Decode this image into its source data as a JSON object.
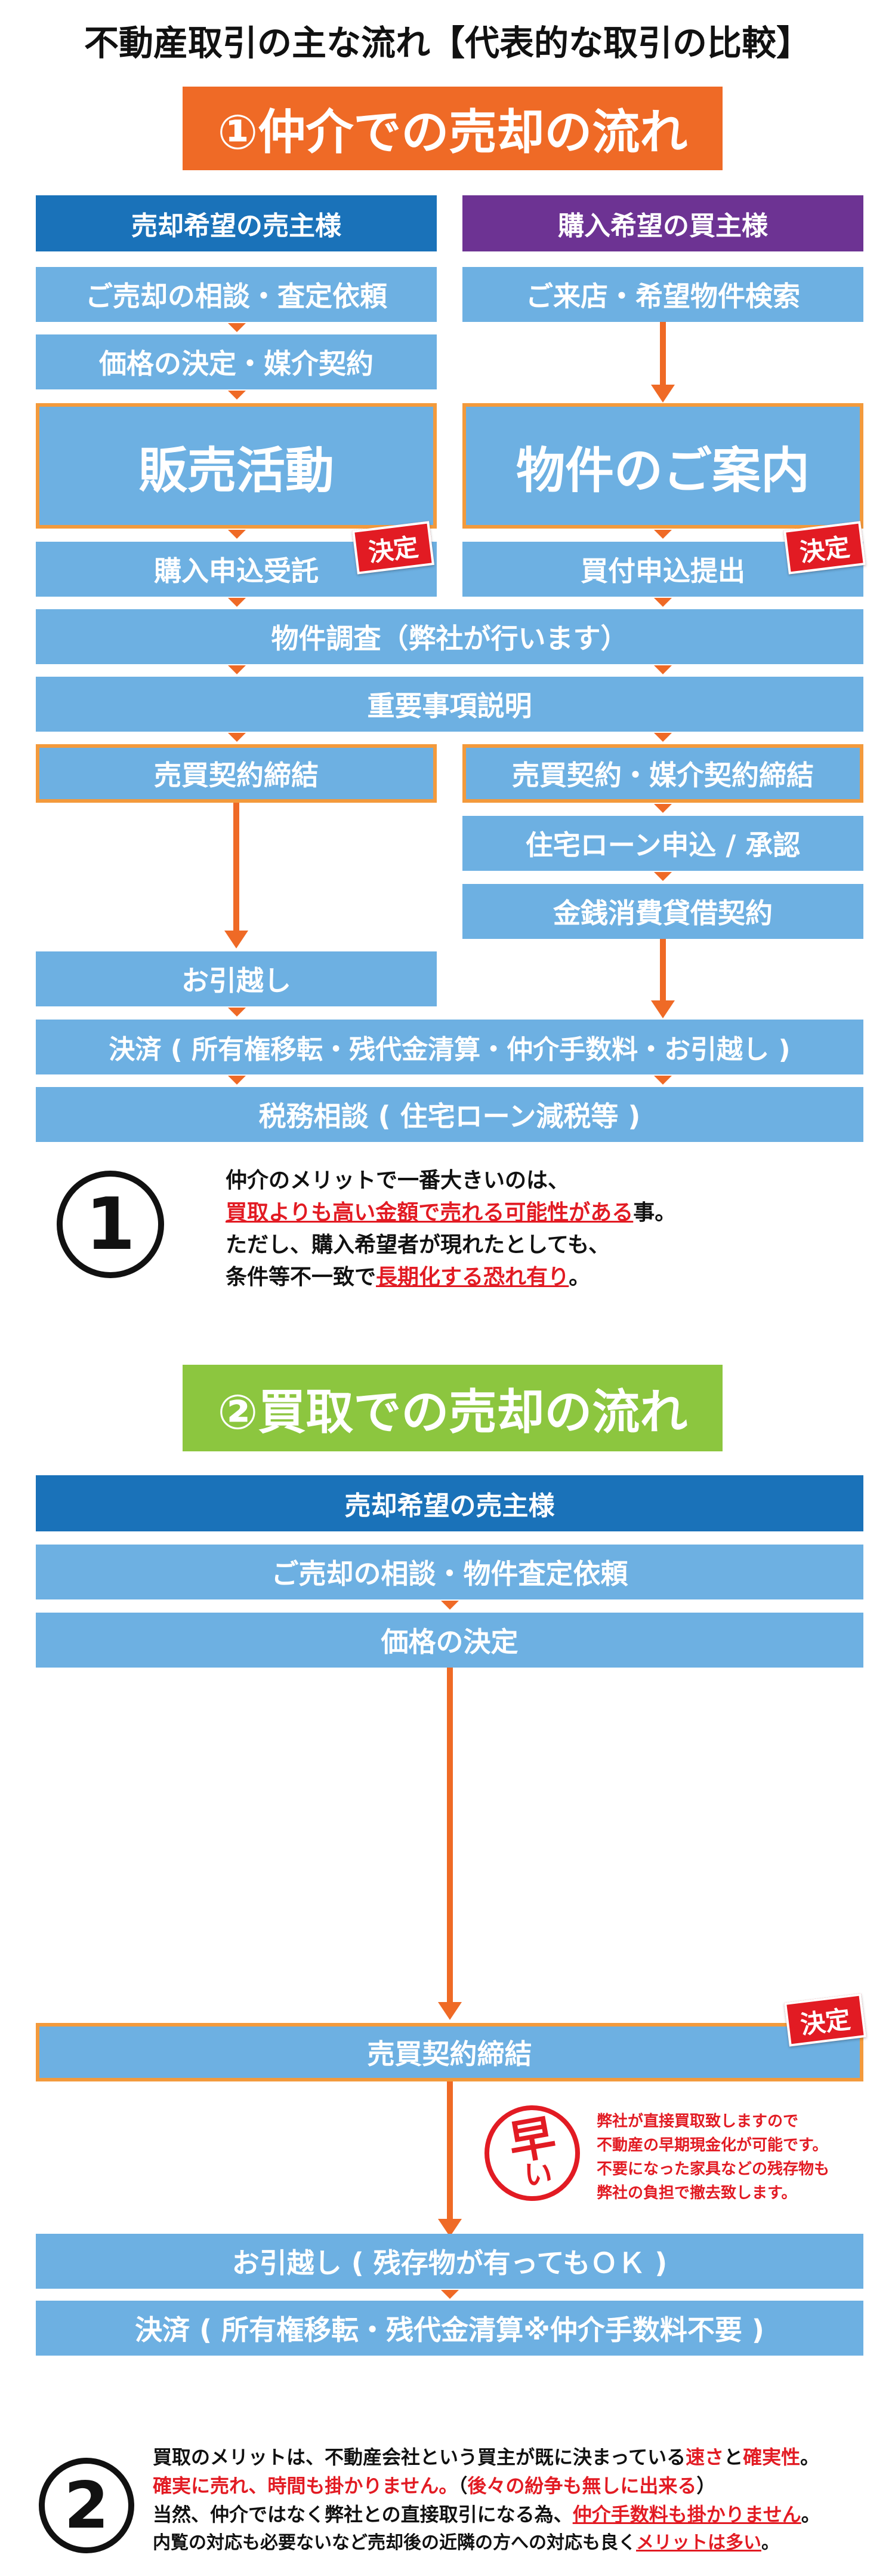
{
  "page_title": "不動産取引の主な流れ【代表的な取引の比較】",
  "section1": {
    "title": "①仲介での売却の流れ",
    "seller_header": "売却希望の売主様",
    "buyer_header": "購入希望の買主様",
    "seller_step1": "ご売却の相談・査定依頼",
    "seller_step2": "価格の決定・媒介契約",
    "seller_big": "販売活動",
    "buyer_step1": "ご来店・希望物件検索",
    "buyer_big": "物件のご案内",
    "seller_accept": "購入申込受託",
    "buyer_submit": "買付申込提出",
    "badge": "決定",
    "survey": "物件調査（弊社が行います）",
    "explain": "重要事項説明",
    "seller_contract": "売買契約締結",
    "buyer_contract": "売買契約・媒介契約締結",
    "loan": "住宅ローン申込 / 承認",
    "loan_contract": "金銭消費貸借契約",
    "moving": "お引越し",
    "settlement": "決済 ( 所有権移転・残代金清算・仲介手数料・お引越し )",
    "tax": "税務相談 ( 住宅ローン減税等 )",
    "note_num": "1",
    "note_l1": "仲介のメリットで一番大きいのは、",
    "note_l2a": "買取よりも高い金額で売れる可能性がある",
    "note_l2b": "事。",
    "note_l3": "ただし、購入希望者が現れたとしても、",
    "note_l4a": "条件等不一致で",
    "note_l4b": "長期化する恐れ有り",
    "note_l4c": "。"
  },
  "section2": {
    "title": "②買取での売却の流れ",
    "seller_header": "売却希望の売主様",
    "step1": "ご売却の相談・物件査定依頼",
    "step2": "価格の決定",
    "contract": "売買契約締結",
    "badge": "決定",
    "stamp_char1": "早",
    "stamp_char2": "い",
    "stamp_l1": "弊社が直接買取致しますので",
    "stamp_l2": "不動産の早期現金化が可能です。",
    "stamp_l3": "不要になった家具などの残存物も",
    "stamp_l4": "弊社の負担で撤去致します。",
    "moving": "お引越し ( 残存物が有ってもＯＫ )",
    "settlement": "決済 ( 所有権移転・残代金清算※仲介手数料不要 )",
    "note_num": "2",
    "note_l1a": "買取のメリットは、不動産会社という買主が既に決まっている",
    "note_l1b": "速さ",
    "note_l1c": "と",
    "note_l1d": "確実性",
    "note_l1e": "。",
    "note_l2a": "確実に売れ、時間も掛かりません。",
    "note_l2b": "（",
    "note_l2c": "後々の紛争も無しに出来る",
    "note_l2d": "）",
    "note_l3a": "当然、仲介ではなく弊社との直接取引になる為、",
    "note_l3b": "仲介手数料も掛かりません",
    "note_l3c": "。",
    "note_l4a": "内覧の対応も必要ないなど売却後の近隣の方への対応も良く",
    "note_l4b": "メリットは多い",
    "note_l4c": "。"
  },
  "colors": {
    "light_blue": "#6db0e2",
    "dark_blue": "#1a72b9",
    "purple": "#6d3393",
    "orange": "#ef6a26",
    "green": "#8cc63f",
    "red": "#e21b23"
  }
}
